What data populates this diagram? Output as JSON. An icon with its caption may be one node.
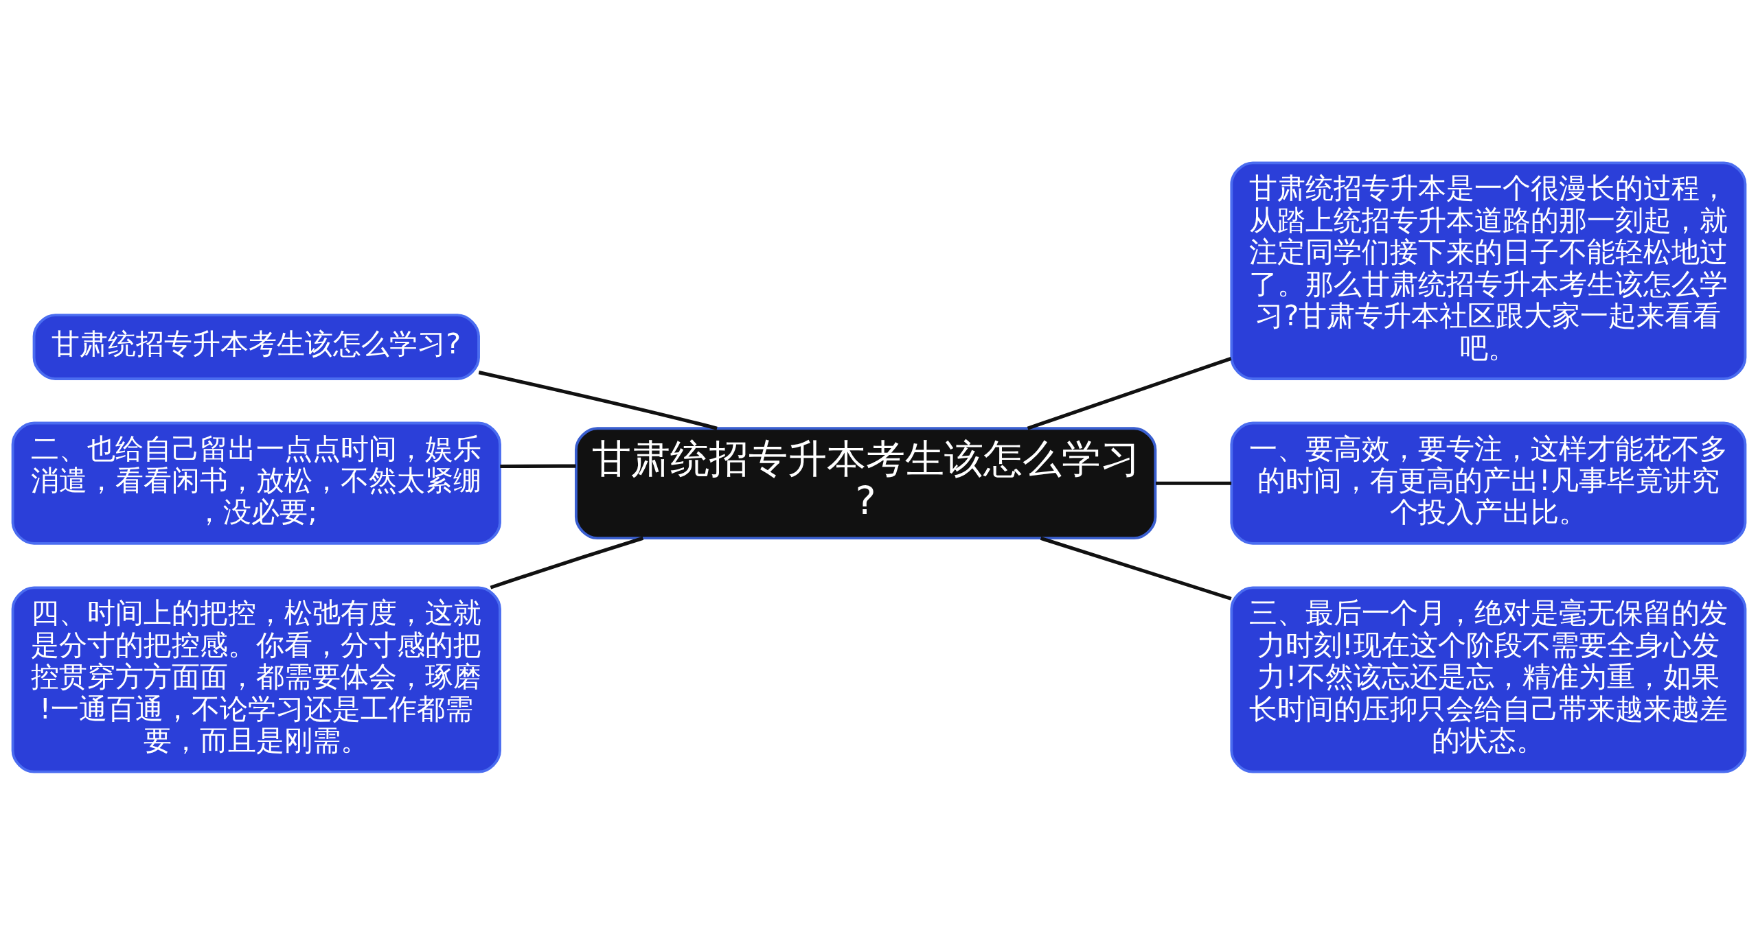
{
  "diagram": {
    "nodes": [
      {
        "text": [
          "甘肃统招专升本考生该怎么学习?"
        ]
      },
      {
        "text": [
          "甘肃统招专升本考生该怎么学习?"
        ]
      },
      {
        "text": [
          "二、也给自己留出一点点时间，娱乐消遣，看看闲书，放松，不然太紧绷，没必要;"
        ]
      },
      {
        "text": [
          "四、时间上的把控，松弛有度，这就是分寸的把控感。你看，分寸感的把控贯穿方方面面，都需要体会，琢磨!一通百通，不论学习还是工作都需要，而且是刚需。"
        ]
      },
      {
        "text": [
          "甘肃统招专升本是一个很漫长的过程，从踏上统招专升本道路的那一刻起，就注定同学们接下来的日子不能轻松地过了。那么甘肃统招专升本考生该怎么学习?甘肃专升本社区跟大家一起来看看吧。"
        ]
      },
      {
        "text": [
          "一、要高效，要专注，这样才能花不多的时间，有更高的产出!凡事毕竟讲究个投入产出比。"
        ]
      },
      {
        "text": [
          "三、最后一个月，绝对是毫无保留的发力时刻!现在这个阶段不需要全身心发力!不然该忘还是忘，精准为重，如果长时间的压抑只会给自己带来越来越差的状态。"
        ]
      }
    ],
    "edges": [
      {
        "from": 0,
        "to": 1,
        "arrow": "none"
      },
      {
        "from": 0,
        "to": 2,
        "arrow": "none"
      },
      {
        "from": 0,
        "to": 3,
        "arrow": "none"
      },
      {
        "from": 0,
        "to": 4,
        "arrow": "none"
      },
      {
        "from": 0,
        "to": 5,
        "arrow": "none"
      },
      {
        "from": 0,
        "to": 6,
        "arrow": "none"
      }
    ]
  }
}
